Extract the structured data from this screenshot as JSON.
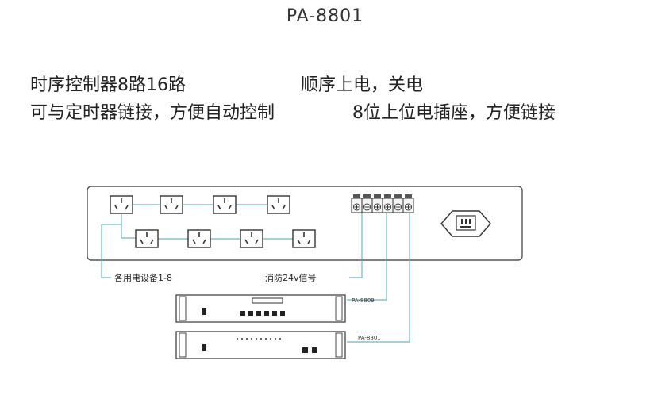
{
  "title": "PA-8801",
  "features": {
    "line1_left": "时序控制器8路16路",
    "line1_right": "顺序上电，关电",
    "line2_left": "可与定时器链接，方便自动控制",
    "line2_right": "8位上位电插座，方便链接"
  },
  "diagram": {
    "devices_label": "各用电设备1-8",
    "fire_signal_label": "消防24v信号",
    "unit1_model": "PA-8809",
    "unit2_model": "PA-8801"
  }
}
